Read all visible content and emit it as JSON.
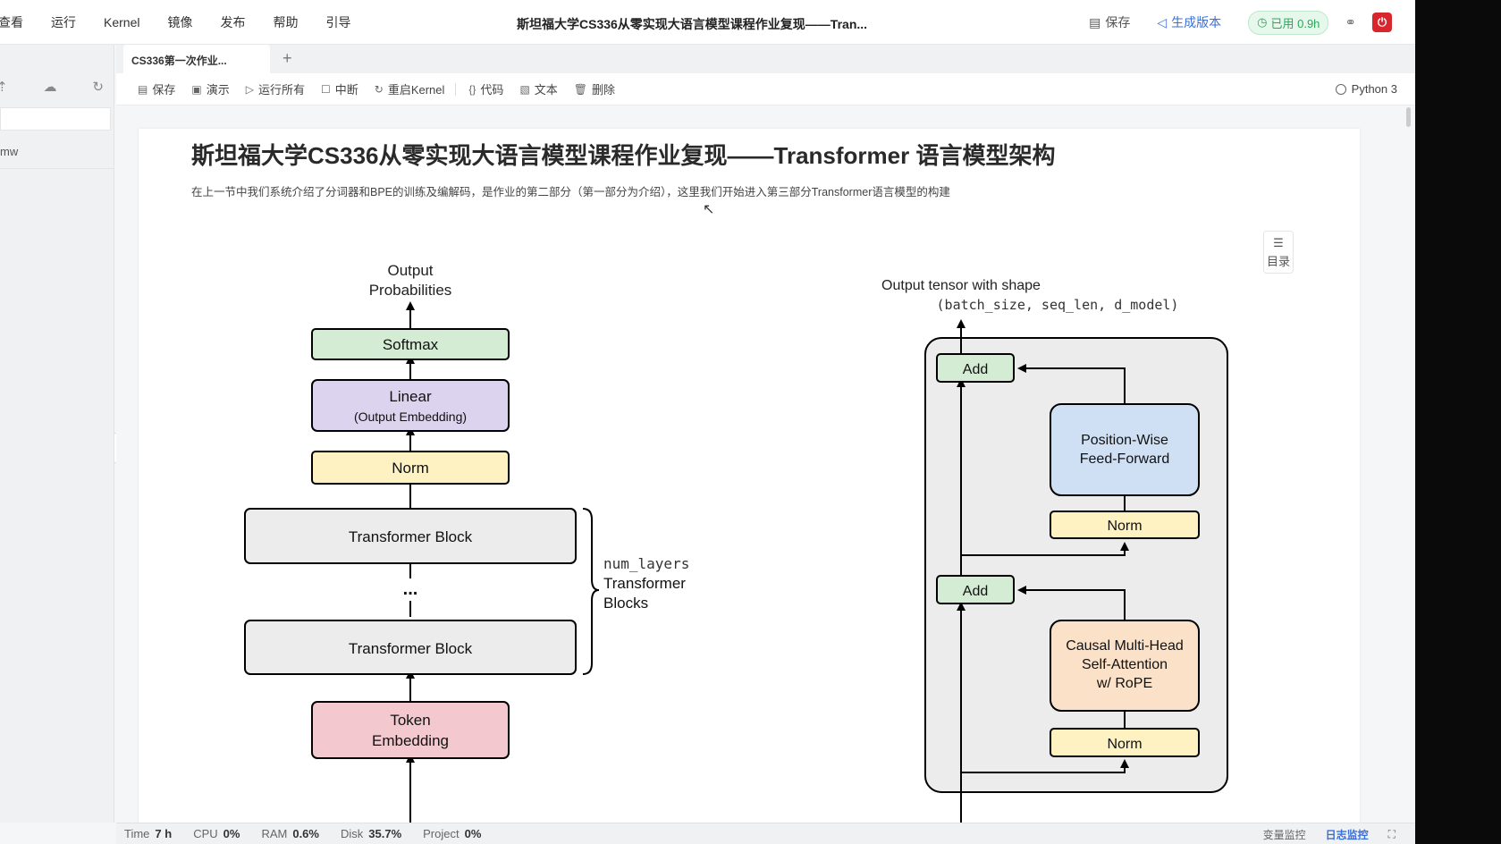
{
  "menu": [
    "查看",
    "运行",
    "Kernel",
    "镜像",
    "发布",
    "帮助",
    "引导"
  ],
  "document_title": "斯坦福大学CS336从零实现大语言模型课程作业复现——Tran...",
  "top_actions": {
    "save": "保存",
    "generate_version": "生成版本",
    "used_time": "已用 0.9h"
  },
  "sidebar": {
    "item_label": "mw"
  },
  "tabs": [
    {
      "label": "CS336第一次作业..."
    }
  ],
  "toolbar": {
    "save": "保存",
    "present": "演示",
    "run_all": "运行所有",
    "interrupt": "中断",
    "restart_kernel": "重启Kernel",
    "code": "代码",
    "text": "文本",
    "delete": "删除",
    "kernel_name": "Python 3"
  },
  "toc_label": "目录",
  "cell": {
    "title": "斯坦福大学CS336从零实现大语言模型课程作业复现——Transformer 语言模型架构",
    "description": "在上一节中我们系统介绍了分词器和BPE的训练及编解码，是作业的第二部分（第一部分为介绍），这里我们开始进入第三部分Transformer语言模型的构建"
  },
  "diagram_left": {
    "output_label_line1": "Output",
    "output_label_line2": "Probabilities",
    "softmax": "Softmax",
    "linear": "Linear",
    "linear_sub": "(Output Embedding)",
    "norm": "Norm",
    "block_top": "Transformer Block",
    "ellipsis": "...",
    "block_bottom": "Transformer Block",
    "token_line1": "Token",
    "token_line2": "Embedding",
    "num_layers": "num_layers",
    "brace_line1": "Transformer",
    "brace_line2": "Blocks"
  },
  "diagram_right": {
    "out_line1": "Output tensor with shape",
    "out_line2": "(batch_size, seq_len, d_model)",
    "add_top": "Add",
    "ffn_line1": "Position-Wise",
    "ffn_line2": "Feed-Forward",
    "norm_top": "Norm",
    "add_bottom": "Add",
    "attn_line1": "Causal Multi-Head",
    "attn_line2": "Self-Attention",
    "attn_line3": "w/ RoPE",
    "norm_bottom": "Norm"
  },
  "status": {
    "time_label": "Time",
    "time_value": "7 h",
    "cpu_label": "CPU",
    "cpu_value": "0%",
    "ram_label": "RAM",
    "ram_value": "0.6%",
    "disk_label": "Disk",
    "disk_value": "35.7%",
    "project_label": "Project",
    "project_value": "0%",
    "var_monitor": "变量监控",
    "log_monitor": "日志监控"
  },
  "colors": {
    "softmax": "#d4ecd4",
    "linear": "#dcd3ef",
    "norm": "#fff2c2",
    "block": "#ececec",
    "token": "#f3c9cf",
    "add": "#d4ecd4",
    "ffn": "#cfe0f5",
    "attn": "#fbe1c8",
    "accent": "#3b6fd8",
    "power": "#d9262c"
  }
}
